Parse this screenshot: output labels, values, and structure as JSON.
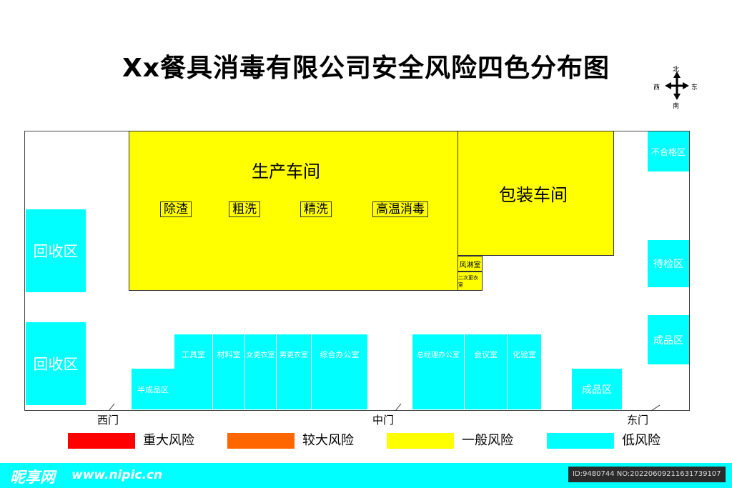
{
  "title": "Xx餐具消毒有限公司安全风险四色分布图",
  "compass": {
    "north": "北",
    "south": "南",
    "east": "东",
    "west": "西"
  },
  "zones": {
    "production": "生产车间",
    "packaging": "包装车间",
    "processes": [
      "除渣",
      "粗洗",
      "精洗",
      "高温消毒"
    ],
    "air_shower": "风淋室",
    "second_changing": "二次更衣室",
    "recycle_1": "回收区",
    "recycle_2": "回收区",
    "unqualified": "不合格区",
    "pending_inspection": "待检区",
    "finished_right": "成品区",
    "finished_bottom": "成品区",
    "semi_finished": "半成品区",
    "rooms_left": [
      "工具室",
      "材料室",
      "女更衣室",
      "男更衣室",
      "综合办公室"
    ],
    "rooms_mid": [
      "总经理办公室",
      "会议室",
      "化验室"
    ]
  },
  "gates": {
    "west": "西门",
    "middle": "中门",
    "east": "东门"
  },
  "legend": [
    {
      "label": "重大风险",
      "color": "#ff0000"
    },
    {
      "label": "较大风险",
      "color": "#ff6600"
    },
    {
      "label": "一般风险",
      "color": "#ffff00"
    },
    {
      "label": "低风险",
      "color": "#00ffff"
    }
  ],
  "footer": {
    "logo": "昵享网",
    "site": "www.nipic.cn",
    "id_text": "ID:9480744 NO:20220609211631739107"
  }
}
